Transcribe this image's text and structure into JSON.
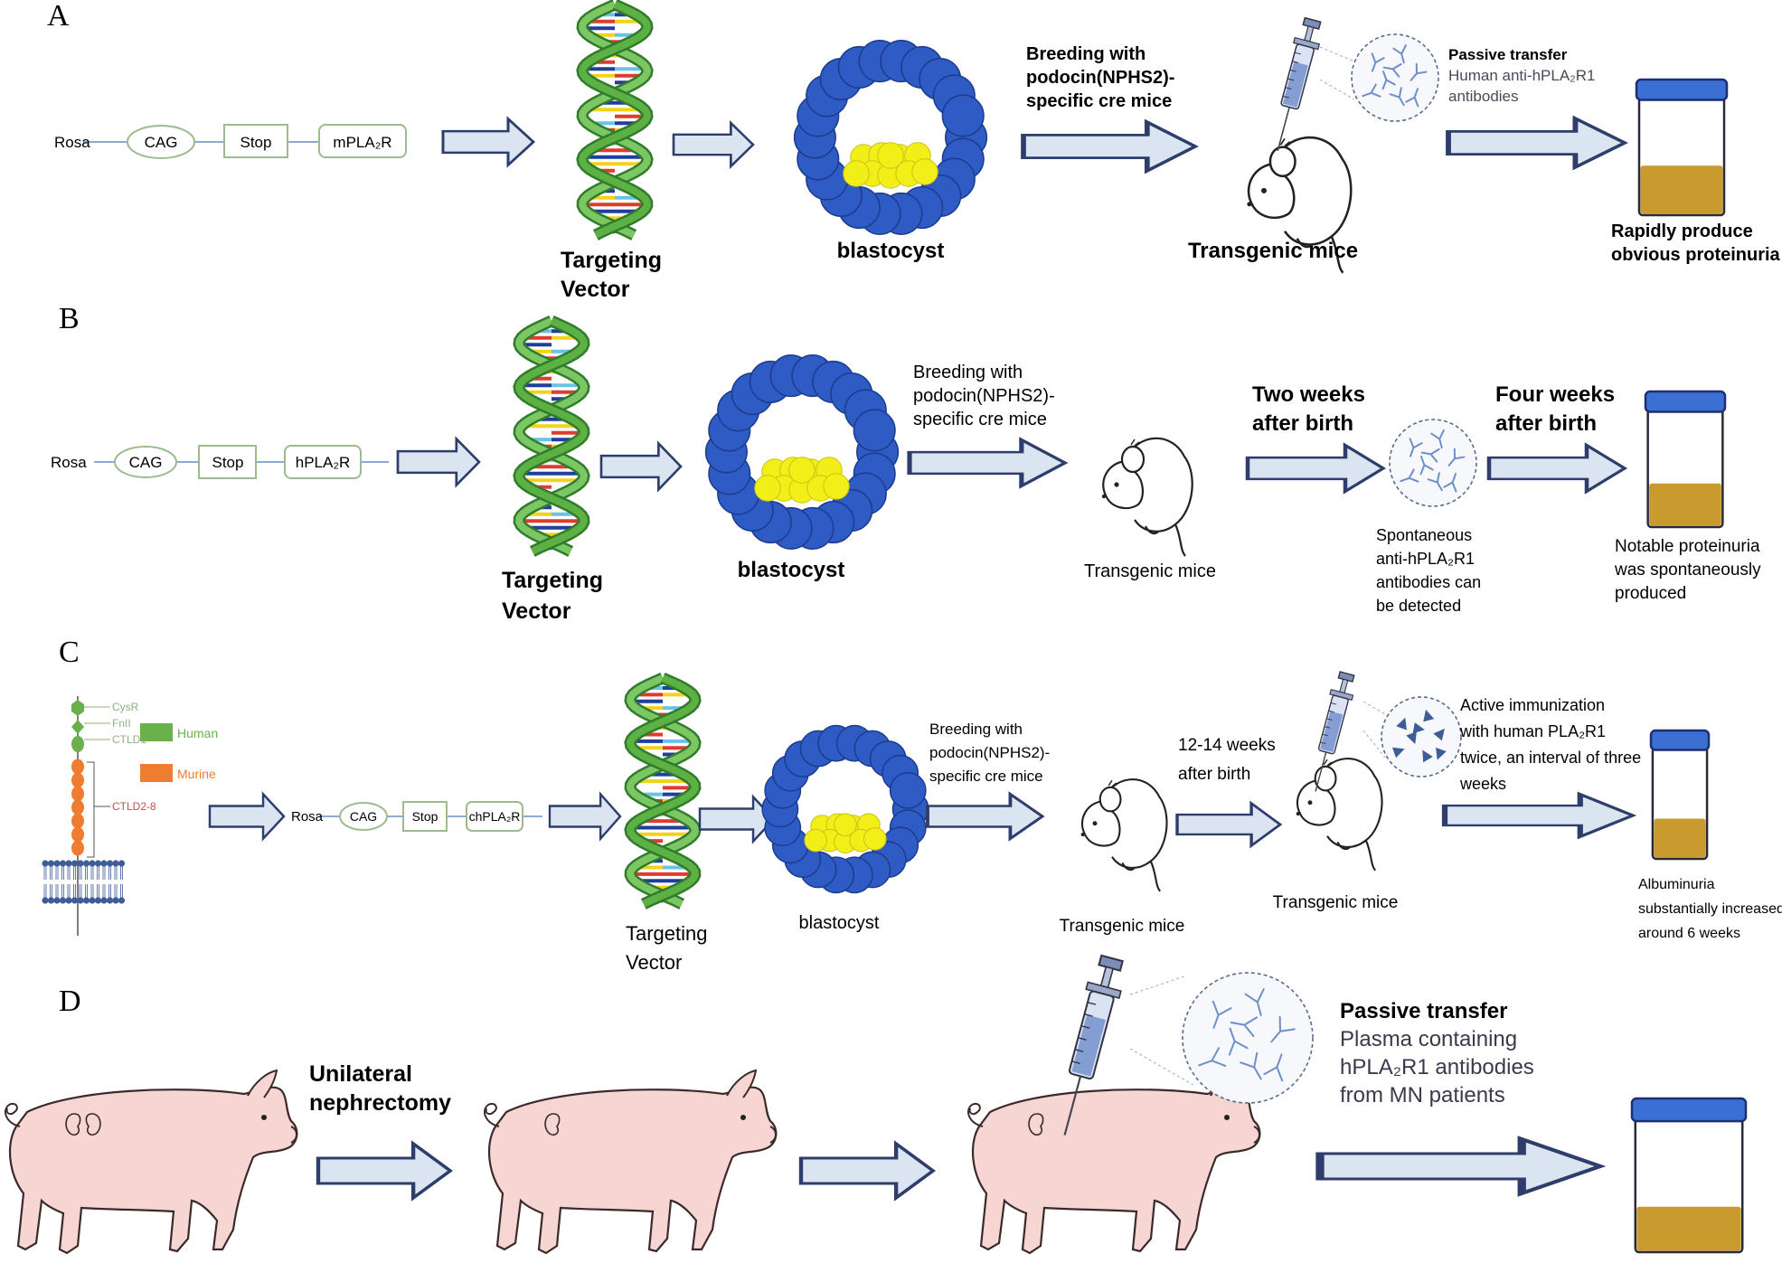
{
  "panels": {
    "A": {
      "letter": "A",
      "construct": [
        "Rosa",
        "CAG",
        "Stop",
        "mPLA₂R"
      ],
      "vector_label": [
        "Targeting",
        "Vector"
      ],
      "blastocyst_label": "blastocyst",
      "breeding": [
        "Breeding with",
        "podocin(NPHS2)-",
        "specific cre mice"
      ],
      "mouse_label": "Transgenic mice",
      "passive_title": "Passive transfer",
      "passive_lines": [
        "Human anti-hPLA₂R1",
        "antibodies"
      ],
      "outcome": [
        "Rapidly produce",
        "obvious proteinuria"
      ]
    },
    "B": {
      "letter": "B",
      "construct": [
        "Rosa",
        "CAG",
        "Stop",
        "hPLA₂R"
      ],
      "vector_label": [
        "Targeting",
        "Vector"
      ],
      "blastocyst_label": "blastocyst",
      "breeding": [
        "Breeding with",
        "podocin(NPHS2)-",
        "specific cre mice"
      ],
      "mouse_label": "Transgenic mice",
      "step1": [
        "Two weeks",
        "after birth"
      ],
      "step2": [
        "Four weeks",
        "after birth"
      ],
      "antibody_note": [
        "Spontaneous",
        "anti-hPLA₂R1",
        "antibodies can",
        "be detected"
      ],
      "outcome": [
        "Notable proteinuria",
        "was spontaneously",
        "produced"
      ]
    },
    "C": {
      "letter": "C",
      "domains": [
        "CysR",
        "FnII",
        "CTLD1",
        "CTLD2-8"
      ],
      "legend": [
        "Human",
        "Murine"
      ],
      "construct": [
        "Rosa",
        "CAG",
        "Stop",
        "chPLA₂R"
      ],
      "vector_label": [
        "Targeting",
        "Vector"
      ],
      "blastocyst_label": "blastocyst",
      "breeding": [
        "Breeding with",
        "podocin(NPHS2)-",
        "specific cre mice"
      ],
      "mouse_label": "Transgenic mice",
      "step1": [
        "12-14 weeks",
        "after birth"
      ],
      "mouse_label_2": "Transgenic mice",
      "immunization": [
        "Active immunization",
        "with human PLA₂R1",
        "twice, an interval of three",
        "weeks"
      ],
      "outcome": [
        "Albuminuria",
        "substantially increased",
        "around 6 weeks"
      ]
    },
    "D": {
      "letter": "D",
      "step1": [
        "Unilateral",
        "nephrectomy"
      ],
      "passive_title": "Passive transfer",
      "passive_lines": [
        "Plasma containing",
        "hPLA₂R1 antibodies",
        "from MN patients"
      ]
    }
  },
  "colors": {
    "arrow_fill": "#dbe5f1",
    "arrow_stroke": "#2e3d6b",
    "helix_green": "#5db043",
    "blastocyst_blue": "#2f5bc4",
    "inner_yellow": "#f2ee18",
    "urine": "#c99a2e",
    "lid_blue": "#3b6fd4",
    "human_green": "#6ab04c",
    "murine_orange": "#ee7d31",
    "pig_pink": "#f6d5d3"
  }
}
